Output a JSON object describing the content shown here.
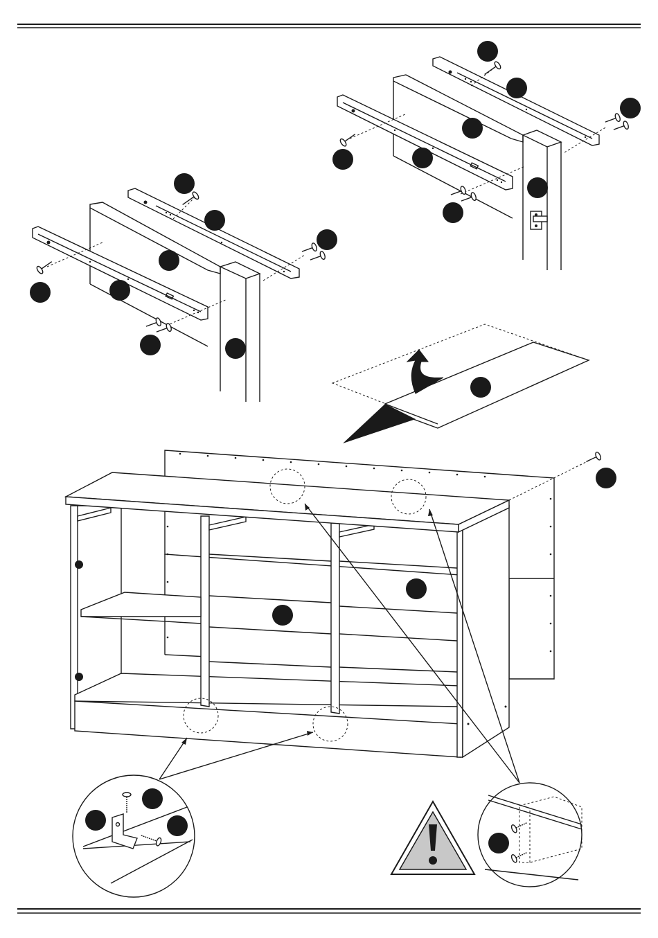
{
  "colors": {
    "ink": "#1a1a1a",
    "paper": "#ffffff",
    "warning_fill": "#c8c8c8"
  },
  "icons": {
    "warning": "warning-triangle-icon",
    "screw": "screw-icon",
    "part_badge": "part-badge-icon"
  },
  "diagram": {
    "steps": [
      "drawer-slide-left-assembly",
      "drawer-slide-right-assembly",
      "back-panel-slide",
      "cabinet-back-panel",
      "corner-bracket-detail",
      "top-screw-detail"
    ]
  }
}
